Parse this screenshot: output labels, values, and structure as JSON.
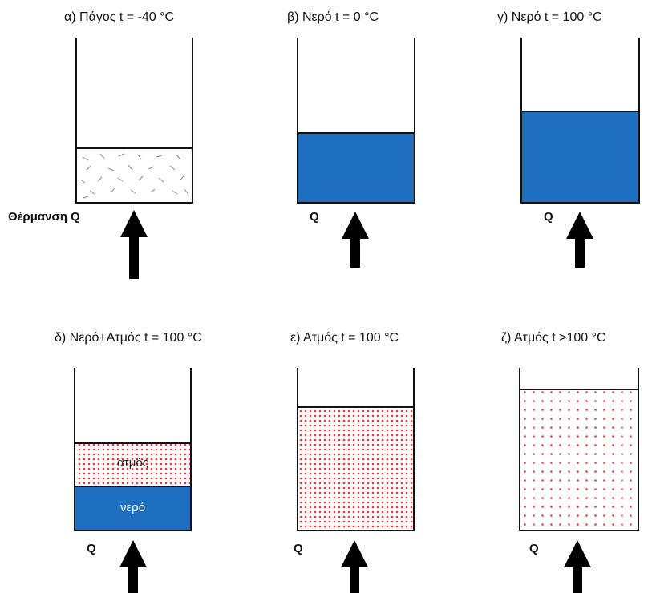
{
  "panels": [
    {
      "title": "α) Πάγος t = -40 °C",
      "heat_label": "Θέρμανση Q",
      "state": "ice"
    },
    {
      "title": "β) Νερό t = 0 °C",
      "heat_label": "Q",
      "state": "water"
    },
    {
      "title": "γ) Νερό t = 100 °C",
      "heat_label": "Q",
      "state": "water"
    },
    {
      "title": "δ) Νερό+Ατμός t = 100 °C",
      "heat_label": "Q",
      "state": "water+steam",
      "steam_label": "ατμός",
      "water_label": "νερό"
    },
    {
      "title": "ε) Ατμός t = 100 °C",
      "heat_label": "Q",
      "state": "steam"
    },
    {
      "title": "ζ) Ατμός t >100 °C",
      "heat_label": "Q",
      "state": "steam"
    }
  ],
  "colors": {
    "water": "#1f6fbf",
    "steam_dots": "#e83a3a",
    "ice_marks": "#888888",
    "outline": "#111111",
    "arrow": "#000000"
  }
}
